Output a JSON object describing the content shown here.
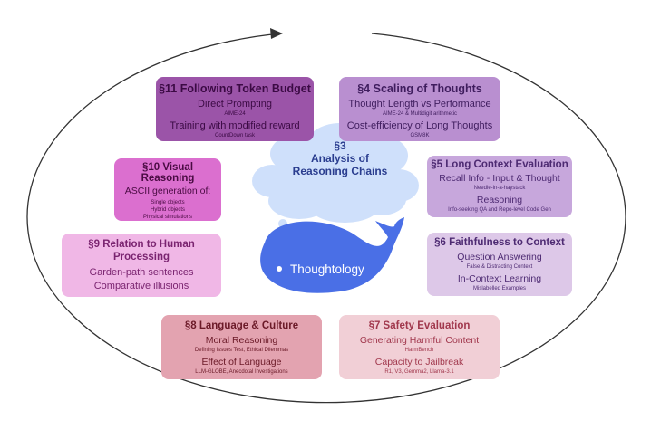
{
  "center": {
    "section": "§3",
    "line1": "Analysis of",
    "line2": "Reasoning Chains",
    "whale_label": "Thoughtology"
  },
  "boxes": {
    "s11": {
      "title": "§11 Following Token Budget",
      "items": [
        {
          "main": "Direct Prompting",
          "sub": "AIME-24"
        },
        {
          "main": "Training with modified reward",
          "sub": "CountDown task"
        }
      ]
    },
    "s4": {
      "title": "§4 Scaling of Thoughts",
      "items": [
        {
          "main": "Thought Length vs Performance",
          "sub": "AIME-24 & Multidigit arithmetic"
        },
        {
          "main": "Cost-efficiency of Long Thoughts",
          "sub": "GSM8K"
        }
      ]
    },
    "s10": {
      "title": "§10 Visual Reasoning",
      "main": "ASCII generation of:",
      "subs": [
        "Single  objects",
        "Hybrid  objects",
        "Physical  simulations"
      ]
    },
    "s5": {
      "title": "§5 Long Context Evaluation",
      "items": [
        {
          "main": "Recall Info - Input & Thought",
          "sub": "Needle-in-a-haystack"
        },
        {
          "main": "Reasoning",
          "sub": "Info-seeking QA and Repo-level Code Gen"
        }
      ]
    },
    "s9": {
      "title": "§9 Relation to Human Processing",
      "lines": [
        "Garden-path sentences",
        "Comparative illusions"
      ]
    },
    "s6": {
      "title": "§6 Faithfulness to Context",
      "items": [
        {
          "main": "Question Answering",
          "sub": "False & Distracting Context"
        },
        {
          "main": "In-Context Learning",
          "sub": "Mislabelled Examples"
        }
      ]
    },
    "s8": {
      "title": "§8 Language & Culture",
      "items": [
        {
          "main": "Moral Reasoning",
          "sub": "Defining Issues Test, Ethical Dilemmas"
        },
        {
          "main": "Effect of Language",
          "sub": "LLM-GLOBE, Anecdotal Investigations"
        }
      ]
    },
    "s7": {
      "title": "§7 Safety Evaluation",
      "items": [
        {
          "main": "Generating Harmful Content",
          "sub": "HarmBench"
        },
        {
          "main": "Capacity to Jailbreak",
          "sub": "R1, V3, Gemma2, Llama-3.1"
        }
      ]
    }
  },
  "colors": {
    "s11_bg": "#9b54a8",
    "s11_fg": "#3b0a44",
    "s4_bg": "#b98fd0",
    "s4_fg": "#3f1d5e",
    "s10_bg": "#db6fcf",
    "s10_fg": "#4a0b43",
    "s5_bg": "#c7a7dc",
    "s5_fg": "#4d2a72",
    "s9_bg": "#f0b7e6",
    "s9_fg": "#7a2470",
    "s6_bg": "#ddc8e8",
    "s6_fg": "#4d2a72",
    "s8_bg": "#e3a3b0",
    "s8_fg": "#6b1a28",
    "s7_bg": "#f1cfd6",
    "s7_fg": "#a1384d",
    "cloud": "#cfe0fb",
    "whale": "#4a6fe6"
  }
}
